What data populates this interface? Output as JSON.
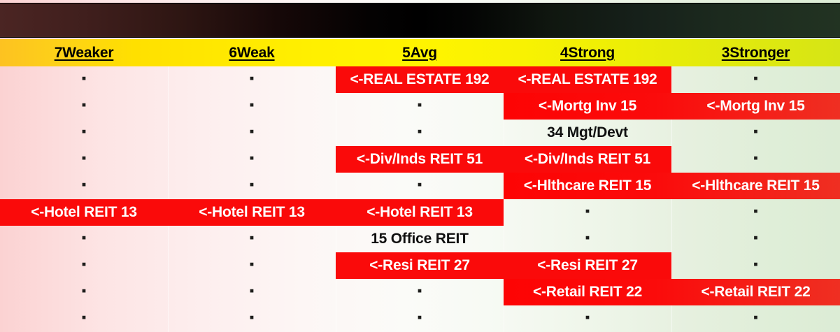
{
  "columns": [
    {
      "label": "7Weaker"
    },
    {
      "label": "6Weak"
    },
    {
      "label": "5Avg"
    },
    {
      "label": "4Strong"
    },
    {
      "label": "3Stronger"
    }
  ],
  "colors": {
    "bar_red": "#FA0A0A",
    "header_yellow_left": "#FDC221",
    "header_yellow_right": "#D6E515",
    "gradient_strip_left": "#4B2523",
    "gradient_strip_right": "#223322",
    "background_left": "#FBD2D2",
    "background_right": "#DCECD5",
    "bar_text": "#FFFFFF",
    "plain_text": "#101010"
  },
  "dot_glyph": "▪",
  "rows": [
    {
      "id": "real-estate",
      "cells": [
        {
          "type": "dot"
        },
        {
          "type": "dot"
        },
        {
          "type": "bar",
          "text": "<-REAL ESTATE 192"
        },
        {
          "type": "bar",
          "text": "<-REAL ESTATE 192"
        },
        {
          "type": "dot"
        }
      ]
    },
    {
      "id": "mortg-inv",
      "cells": [
        {
          "type": "dot"
        },
        {
          "type": "dot"
        },
        {
          "type": "dot"
        },
        {
          "type": "bar",
          "text": "<-Mortg Inv 15"
        },
        {
          "type": "bar",
          "text": "<-Mortg Inv 15"
        }
      ]
    },
    {
      "id": "mgt-devt",
      "cells": [
        {
          "type": "dot"
        },
        {
          "type": "dot"
        },
        {
          "type": "dot"
        },
        {
          "type": "plain",
          "text": "34 Mgt/Devt"
        },
        {
          "type": "dot"
        }
      ]
    },
    {
      "id": "div-inds-reit",
      "cells": [
        {
          "type": "dot"
        },
        {
          "type": "dot"
        },
        {
          "type": "bar",
          "text": "<-Div/Inds REIT 51"
        },
        {
          "type": "bar",
          "text": "<-Div/Inds REIT 51"
        },
        {
          "type": "dot"
        }
      ]
    },
    {
      "id": "hlthcare-reit",
      "cells": [
        {
          "type": "dot"
        },
        {
          "type": "dot"
        },
        {
          "type": "dot"
        },
        {
          "type": "bar",
          "text": "<-Hlthcare REIT 15"
        },
        {
          "type": "bar",
          "text": "<-Hlthcare REIT 15"
        }
      ]
    },
    {
      "id": "hotel-reit",
      "cells": [
        {
          "type": "bar",
          "text": "<-Hotel REIT 13"
        },
        {
          "type": "bar",
          "text": "<-Hotel REIT 13"
        },
        {
          "type": "bar",
          "text": "<-Hotel REIT 13"
        },
        {
          "type": "dot"
        },
        {
          "type": "dot"
        }
      ]
    },
    {
      "id": "office-reit",
      "cells": [
        {
          "type": "dot"
        },
        {
          "type": "dot"
        },
        {
          "type": "plain",
          "text": "15 Office REIT"
        },
        {
          "type": "dot"
        },
        {
          "type": "dot"
        }
      ]
    },
    {
      "id": "resi-reit",
      "cells": [
        {
          "type": "dot"
        },
        {
          "type": "dot"
        },
        {
          "type": "bar",
          "text": "<-Resi REIT 27"
        },
        {
          "type": "bar",
          "text": "<-Resi REIT 27"
        },
        {
          "type": "dot"
        }
      ]
    },
    {
      "id": "retail-reit",
      "cells": [
        {
          "type": "dot"
        },
        {
          "type": "dot"
        },
        {
          "type": "dot"
        },
        {
          "type": "bar",
          "text": "<-Retail REIT 22"
        },
        {
          "type": "bar",
          "text": "<-Retail REIT 22"
        }
      ]
    },
    {
      "id": "blank-last",
      "cells": [
        {
          "type": "dot"
        },
        {
          "type": "dot"
        },
        {
          "type": "dot"
        },
        {
          "type": "dot"
        },
        {
          "type": "dot"
        }
      ]
    }
  ]
}
